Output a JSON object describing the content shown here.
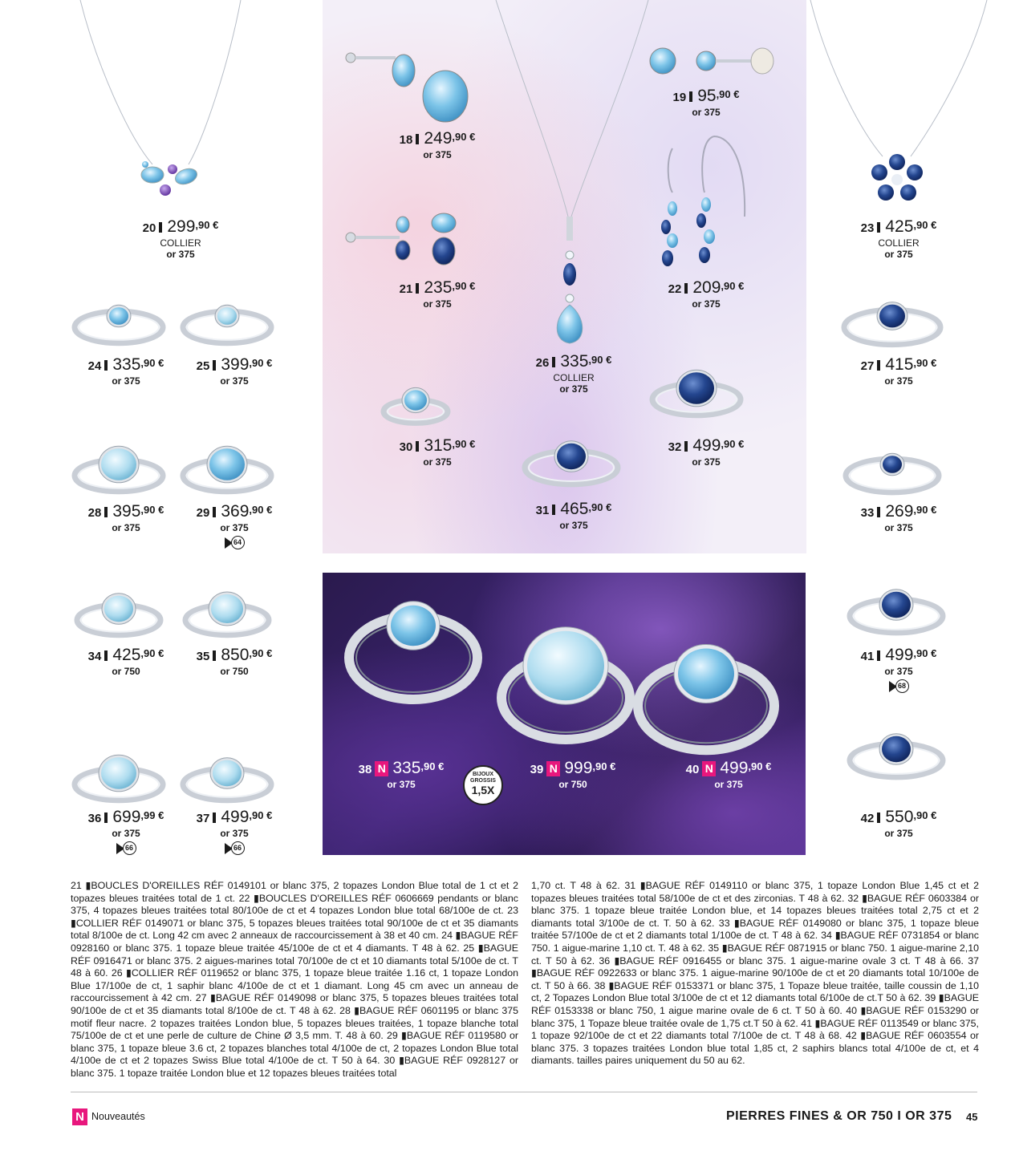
{
  "products": [
    {
      "num": "20",
      "amount": "299",
      "dec": ",90 €",
      "sub1": "COLLIER",
      "sub2": "or 375"
    },
    {
      "num": "23",
      "amount": "425",
      "dec": ",90 €",
      "sub1": "COLLIER",
      "sub2": "or 375"
    },
    {
      "num": "18",
      "amount": "249",
      "dec": ",90 €",
      "sub2": "or 375"
    },
    {
      "num": "19",
      "amount": "95",
      "dec": ",90 €",
      "sub2": "or 375"
    },
    {
      "num": "21",
      "amount": "235",
      "dec": ",90 €",
      "sub2": "or 375"
    },
    {
      "num": "22",
      "amount": "209",
      "dec": ",90 €",
      "sub2": "or 375"
    },
    {
      "num": "24",
      "amount": "335",
      "dec": ",90 €",
      "sub2": "or 375"
    },
    {
      "num": "25",
      "amount": "399",
      "dec": ",90 €",
      "sub2": "or 375"
    },
    {
      "num": "26",
      "amount": "335",
      "dec": ",90 €",
      "sub1": "COLLIER",
      "sub2": "or 375"
    },
    {
      "num": "27",
      "amount": "415",
      "dec": ",90 €",
      "sub2": "or 375"
    },
    {
      "num": "30",
      "amount": "315",
      "dec": ",90 €",
      "sub2": "or 375"
    },
    {
      "num": "32",
      "amount": "499",
      "dec": ",90 €",
      "sub2": "or 375"
    },
    {
      "num": "28",
      "amount": "395",
      "dec": ",90 €",
      "sub2": "or 375"
    },
    {
      "num": "29",
      "amount": "369",
      "dec": ",90 €",
      "sub2": "or 375",
      "page_ref": "64"
    },
    {
      "num": "31",
      "amount": "465",
      "dec": ",90 €",
      "sub2": "or 375"
    },
    {
      "num": "33",
      "amount": "269",
      "dec": ",90 €",
      "sub2": "or 375"
    },
    {
      "num": "34",
      "amount": "425",
      "dec": ",90 €",
      "sub2": "or 750"
    },
    {
      "num": "35",
      "amount": "850",
      "dec": ",90 €",
      "sub2": "or 750"
    },
    {
      "num": "41",
      "amount": "499",
      "dec": ",90 €",
      "sub2": "or 375",
      "page_ref": "68"
    },
    {
      "num": "36",
      "amount": "699",
      "dec": ",99 €",
      "sub2": "or 375",
      "page_ref": "66"
    },
    {
      "num": "37",
      "amount": "499",
      "dec": ",90 €",
      "sub2": "or 375",
      "page_ref": "66"
    },
    {
      "num": "42",
      "amount": "550",
      "dec": ",90 €",
      "sub2": "or 375"
    },
    {
      "num": "38",
      "badge": "N",
      "amount": "335",
      "dec": ",90 €",
      "sub2": "or 375"
    },
    {
      "num": "39",
      "badge": "N",
      "amount": "999",
      "dec": ",90 €",
      "sub2": "or 750"
    },
    {
      "num": "40",
      "badge": "N",
      "amount": "499",
      "dec": ",90 €",
      "sub2": "or 375"
    }
  ],
  "zoom_badge": {
    "line1": "BIJOUX GROSSIS",
    "line2": "1,5X"
  },
  "description_left": "21 ▮BOUCLES D'OREILLES RÉF 0149101 or blanc 375, 2 topazes London Blue total de 1 ct et 2 topazes bleues traitées total de 1 ct.  22 ▮BOUCLES D'OREILLES RÉF 0606669 pendants or blanc 375, 4 topazes bleues traitées total 80/100e de ct et 4 topazes London blue total 68/100e de ct.  23 ▮COLLIER RÉF 0149071 or blanc 375, 5 topazes bleues traitées total 90/100e de ct et 35 diamants total 8/100e de ct. Long 42 cm avec 2 anneaux de raccourcissement à 38 et 40 cm.  24 ▮BAGUE RÉF 0928160 or blanc 375. 1 topaze bleue traitée 45/100e de ct et 4 diamants. T 48 à 62.  25 ▮BAGUE RÉF 0916471 or blanc 375. 2 aigues-marines total 70/100e de ct et 10 diamants total 5/100e de ct. T 48 à 60.  26 ▮COLLIER RÉF 0119652 or blanc 375, 1 topaze bleue traitée 1.16 ct, 1 topaze London Blue 17/100e de ct, 1 saphir blanc 4/100e de ct et 1 diamant. Long 45 cm avec un anneau de raccourcissement à 42 cm.  27 ▮BAGUE RÉF 0149098 or blanc 375, 5 topazes bleues traitées total 90/100e de ct et 35 diamants total 8/100e de ct. T 48 à 62.  28 ▮BAGUE RÉF 0601195 or blanc 375 motif fleur nacre. 2 topazes traitées London blue, 5 topazes bleues traitées, 1 topaze blanche total 75/100e de ct et une perle de culture de Chine Ø 3,5 mm. T. 48 à 60.  29 ▮BAGUE RÉF 0119580 or blanc 375, 1 topaze bleue 3.6 ct, 2 topazes blanches total 4/100e de ct, 2 topazes London Blue total 4/100e de ct et 2 topazes Swiss Blue total 4/100e de ct. T 50 à 64.  30 ▮BAGUE RÉF 0928127 or blanc 375. 1 topaze traitée London blue et 12 topazes bleues traitées total",
  "description_right": "1,70 ct. T 48 à 62.  31 ▮BAGUE RÉF 0149110 or blanc 375, 1 topaze London Blue 1,45 ct et 2 topazes bleues traitées total 58/100e de ct et des zirconias. T 48 à 62.  32 ▮BAGUE RÉF 0603384 or blanc 375. 1 topaze bleue traitée London blue, et 14 topazes bleues traitées total 2,75 ct et 2 diamants total 3/100e de ct. T. 50 à 62.  33 ▮BAGUE RÉF 0149080 or blanc 375, 1 topaze bleue traitée 57/100e de ct et 2 diamants total 1/100e de ct. T 48 à 62.  34 ▮BAGUE RÉF 0731854 or blanc 750. 1 aigue-marine 1,10 ct. T. 48 à 62.  35 ▮BAGUE RÉF 0871915 or blanc 750. 1 aigue-marine 2,10 ct. T 50 à 62.  36 ▮BAGUE RÉF 0916455 or blanc 375. 1 aigue-marine ovale 3 ct. T 48 à 66.  37 ▮BAGUE RÉF 0922633 or blanc 375. 1 aigue-marine 90/100e de ct et 20 diamants total 10/100e de ct. T 50 à 66.  38 ▮BAGUE RÉF 0153371 or blanc 375, 1 Topaze bleue traitée, taille coussin de 1,10 ct, 2 Topazes London Blue total 3/100e de ct et 12 diamants total 6/100e de ct.T 50 à 62.  39 ▮BAGUE RÉF 0153338 or blanc 750, 1 aigue marine ovale de 6 ct. T 50 à 60.  40 ▮BAGUE RÉF 0153290 or blanc 375, 1 Topaze bleue traitée ovale de 1,75 ct.T 50 à 62.  41 ▮BAGUE RÉF 0113549 or blanc 375, 1 topaze 92/100e de ct et 22 diamants total 7/100e de ct. T 48 à 68.  42 ▮BAGUE RÉF 0603554 or blanc 375. 3 topazes traitées London blue total 1,85 ct, 2 saphirs blancs total 4/100e de ct, et 4 diamants. tailles paires uniquement du 50 au 62.",
  "footer": {
    "badge": "N",
    "badge_label": "Nouveautés",
    "title": "PIERRES FINES & OR 750 I OR 375",
    "page": "45"
  },
  "colors": {
    "accent": "#e8177d",
    "light_topaz": "#7cc4e8",
    "london_blue": "#1f3f86",
    "amethyst": "#7a4bb5",
    "metal": "#c9ced6"
  }
}
